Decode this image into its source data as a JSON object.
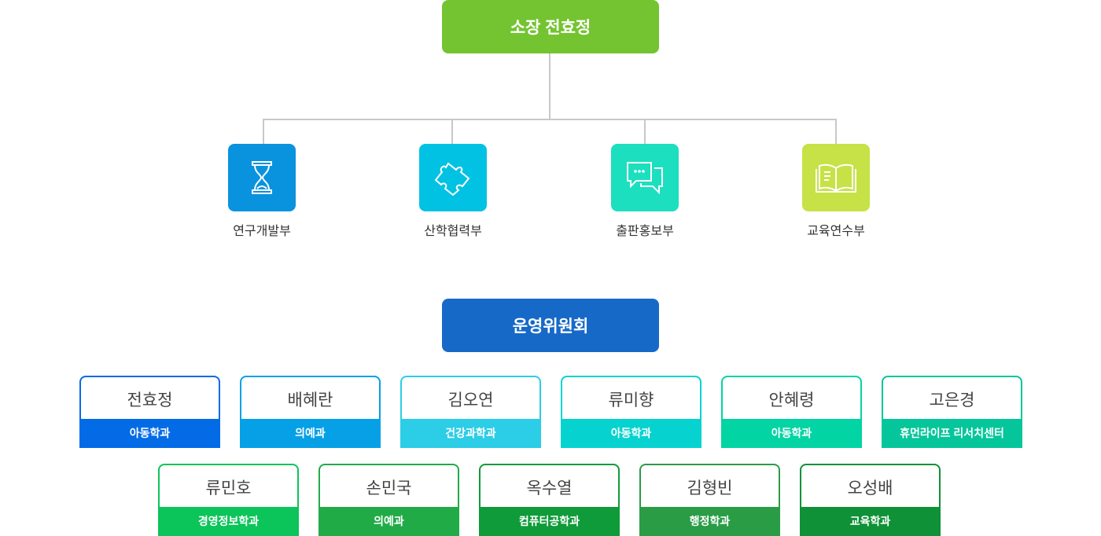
{
  "director": {
    "label": "소장 전효정",
    "color": "#74c431"
  },
  "departments": [
    {
      "label": "연구개발부",
      "icon": "hourglass-icon",
      "color": "#0993de"
    },
    {
      "label": "산학협력부",
      "icon": "puzzle-icon",
      "color": "#02c2e4"
    },
    {
      "label": "출판홍보부",
      "icon": "chat-bubbles-icon",
      "color": "#1cdfbf"
    },
    {
      "label": "교육연수부",
      "icon": "open-book-icon",
      "color": "#c6e246"
    }
  ],
  "committee": {
    "label": "운영위원회",
    "color": "#1769c8"
  },
  "members": [
    {
      "name": "전효정",
      "dept": "아동학과",
      "color": "#046be6"
    },
    {
      "name": "배혜란",
      "dept": "의예과",
      "color": "#06a0e6"
    },
    {
      "name": "김오연",
      "dept": "건강과학과",
      "color": "#2ccde6"
    },
    {
      "name": "류미향",
      "dept": "아동학과",
      "color": "#06d3d0"
    },
    {
      "name": "안혜령",
      "dept": "아동학과",
      "color": "#03d4a3"
    },
    {
      "name": "고은경",
      "dept": "휴먼라이프 리서치센터",
      "color": "#05c69a"
    },
    {
      "name": "류민호",
      "dept": "경영정보학과",
      "color": "#0bc45a"
    },
    {
      "name": "손민국",
      "dept": "의예과",
      "color": "#21ab47"
    },
    {
      "name": "옥수열",
      "dept": "컴퓨터공학과",
      "color": "#109b3a"
    },
    {
      "name": "김형빈",
      "dept": "행정학과",
      "color": "#2a9c46"
    },
    {
      "name": "오성배",
      "dept": "교육학과",
      "color": "#0f9137"
    }
  ]
}
